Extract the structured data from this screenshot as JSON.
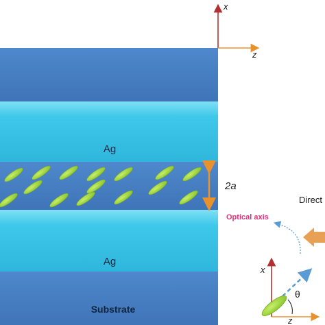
{
  "labels": {
    "ag_top": "Ag",
    "ag_bottom": "Ag",
    "substrate": "Substrate",
    "thickness": "2a",
    "optical_axis": "Optical axis",
    "direction": "Direct",
    "theta": "θ",
    "axis_x_top": "x",
    "axis_z_top": "z",
    "axis_x_bottom": "x",
    "axis_z_bottom": "z"
  },
  "colors": {
    "outer_layer": "#4a82c8",
    "ag_layer": "#38c4e6",
    "ag_highlight": "#7fe0f5",
    "molecule": "#9ad43a",
    "thickness_arrow": "#e8922e",
    "axis_red": "#b23030",
    "axis_orange": "#e8922e",
    "optical_axis_text": "#e0307a",
    "optical_axis_arrow": "#5b9bd5",
    "direction_arrow": "#e8a055"
  }
}
